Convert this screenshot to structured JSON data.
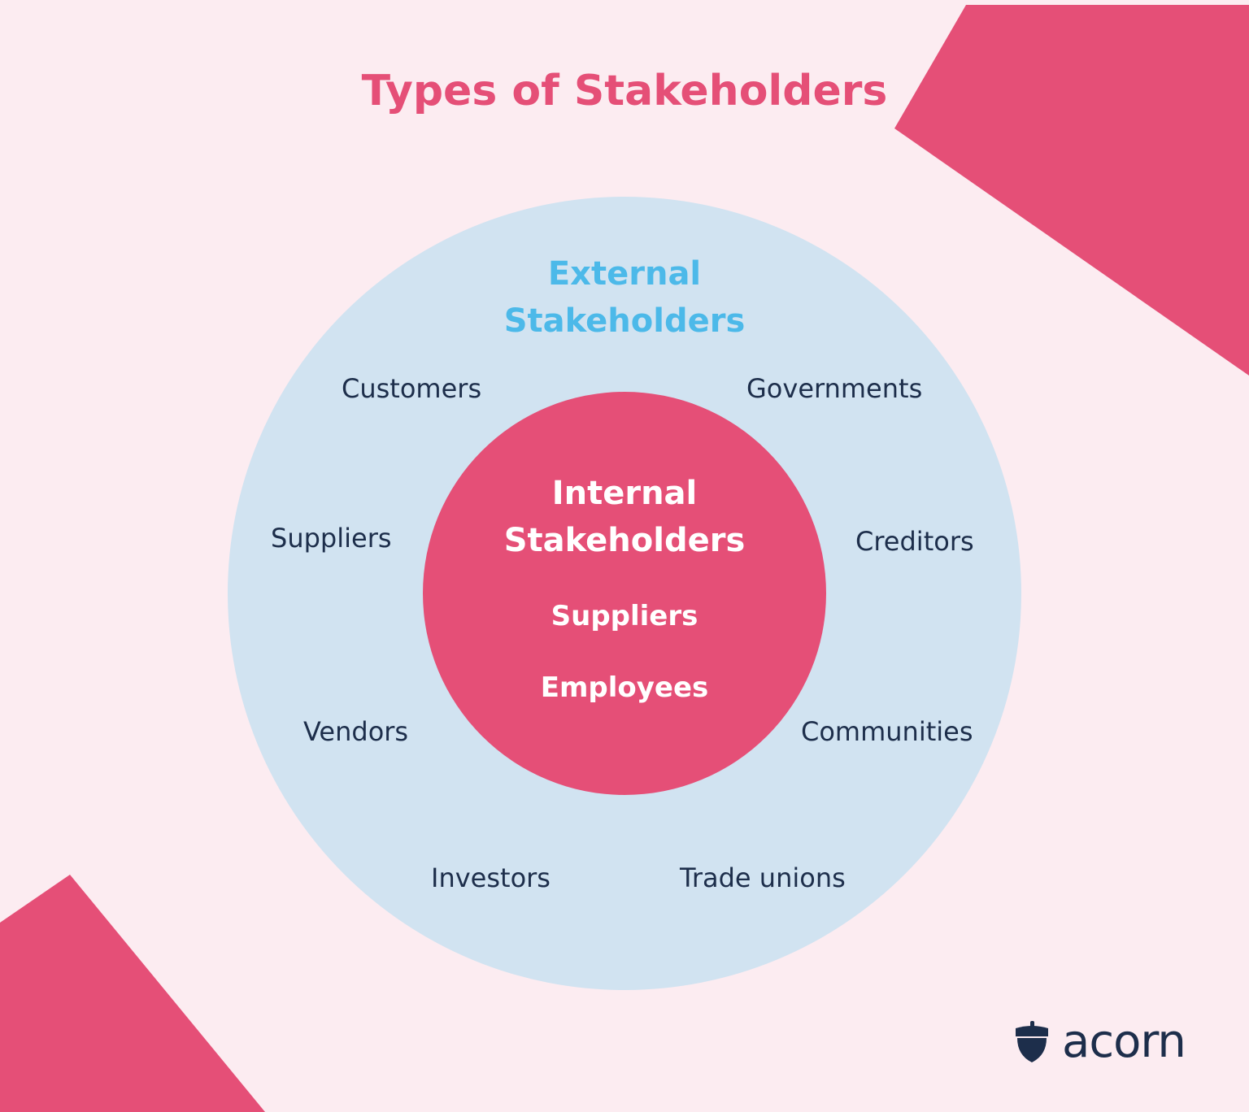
{
  "title": "Types of Stakeholders",
  "colors": {
    "background": "#fcecf1",
    "accent_pink": "#e54f77",
    "outer_circle": "#d1e3f1",
    "external_title": "#4cb9e9",
    "text_dark": "#1d2e4b",
    "text_light": "#ffffff"
  },
  "external": {
    "title_line1": "External",
    "title_line2": "Stakeholders",
    "items": [
      "Customers",
      "Governments",
      "Suppliers",
      "Creditors",
      "Vendors",
      "Communities",
      "Investors",
      "Trade unions"
    ]
  },
  "internal": {
    "title_line1": "Internal",
    "title_line2": "Stakeholders",
    "items": [
      "Suppliers",
      "Employees"
    ]
  },
  "logo": {
    "text": "acorn",
    "icon": "acorn-icon"
  }
}
